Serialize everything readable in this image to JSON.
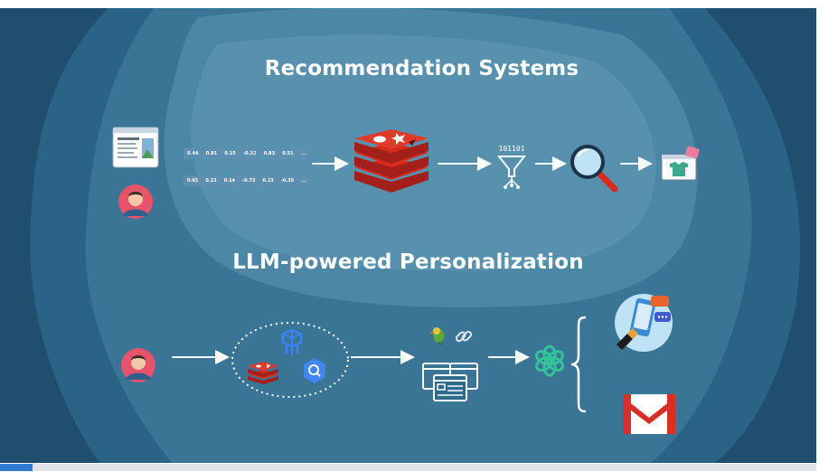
{
  "slide": {
    "title_top": "Recommendation Systems",
    "title_bottom": "LLM-powered Personalization",
    "embedding_rows": [
      [
        "0.44",
        "0.81",
        "0.15",
        "-0.32",
        "0.83",
        "0.51",
        "..."
      ],
      [
        "0.65",
        "0.21",
        "0.14",
        "-0.73",
        "0.23",
        "-0.35",
        "..."
      ]
    ],
    "filter_label": "101101",
    "icons": [
      "document-icon",
      "user-avatar-icon",
      "redis-icon",
      "filter-funnel-icon",
      "magnifier-icon",
      "shop-product-icon",
      "vector-db-icon",
      "google-search-icon",
      "parrot-icon",
      "link-icon",
      "browser-windows-icon",
      "openai-icon",
      "chat-phone-icon",
      "gmail-icon"
    ],
    "colors": {
      "background": "#1f4e6e",
      "accent_red": "#d82c20",
      "white": "#ffffff"
    }
  },
  "video_progress": 0.04
}
